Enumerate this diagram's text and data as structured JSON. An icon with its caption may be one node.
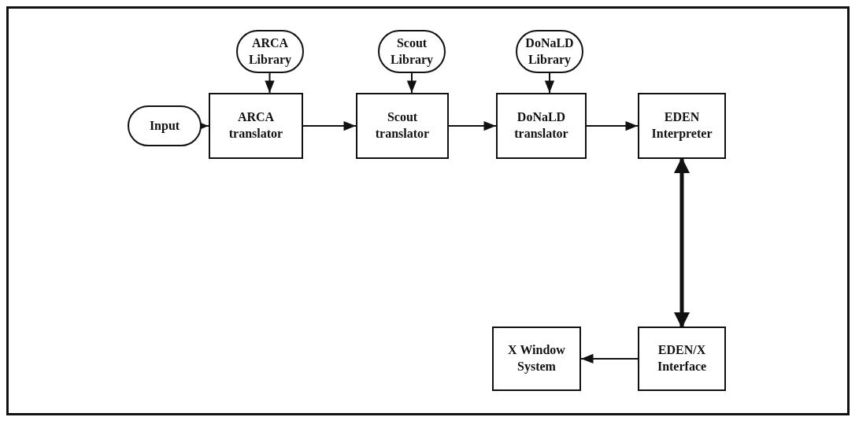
{
  "diagram": {
    "nodes": [
      {
        "text": [
          "ARCA Library"
        ]
      },
      {
        "text": [
          "Scout Library"
        ]
      },
      {
        "text": [
          "DoNaLD Library"
        ]
      },
      {
        "text": [
          "Input"
        ]
      },
      {
        "text": [
          "ARCA translator"
        ]
      },
      {
        "text": [
          "Scout translator"
        ]
      },
      {
        "text": [
          "DoNaLD translator"
        ]
      },
      {
        "text": [
          "EDEN Interpreter"
        ]
      },
      {
        "text": [
          "X Window System"
        ]
      },
      {
        "text": [
          "EDEN/X Interface"
        ]
      }
    ],
    "edges": [
      {
        "from": 0,
        "to": 4,
        "arrow": "to"
      },
      {
        "from": 1,
        "to": 5,
        "arrow": "to"
      },
      {
        "from": 2,
        "to": 6,
        "arrow": "to"
      },
      {
        "from": 3,
        "to": 4,
        "arrow": "to"
      },
      {
        "from": 4,
        "to": 5,
        "arrow": "to"
      },
      {
        "from": 5,
        "to": 6,
        "arrow": "to"
      },
      {
        "from": 6,
        "to": 7,
        "arrow": "to"
      },
      {
        "from": 7,
        "to": 9,
        "arrow": "both",
        "style": "thick"
      },
      {
        "from": 9,
        "to": 8,
        "arrow": "to"
      }
    ]
  }
}
